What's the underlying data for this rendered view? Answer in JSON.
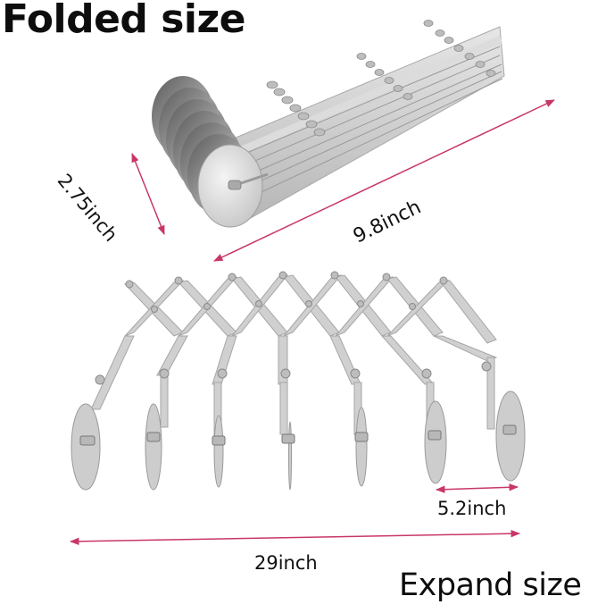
{
  "headings": {
    "folded": "Folded size",
    "expanded": "Expand size"
  },
  "dimensions": {
    "folded_width": "2.75inch",
    "folded_length": "9.8inch",
    "wheel_spacing": "5.2inch",
    "expanded_length": "29inch"
  },
  "product": {
    "wheel_count": 7,
    "material_color": "#c9c9c9"
  },
  "colors": {
    "arrow": "#c8376a",
    "text": "#111111",
    "background": "#ffffff"
  }
}
